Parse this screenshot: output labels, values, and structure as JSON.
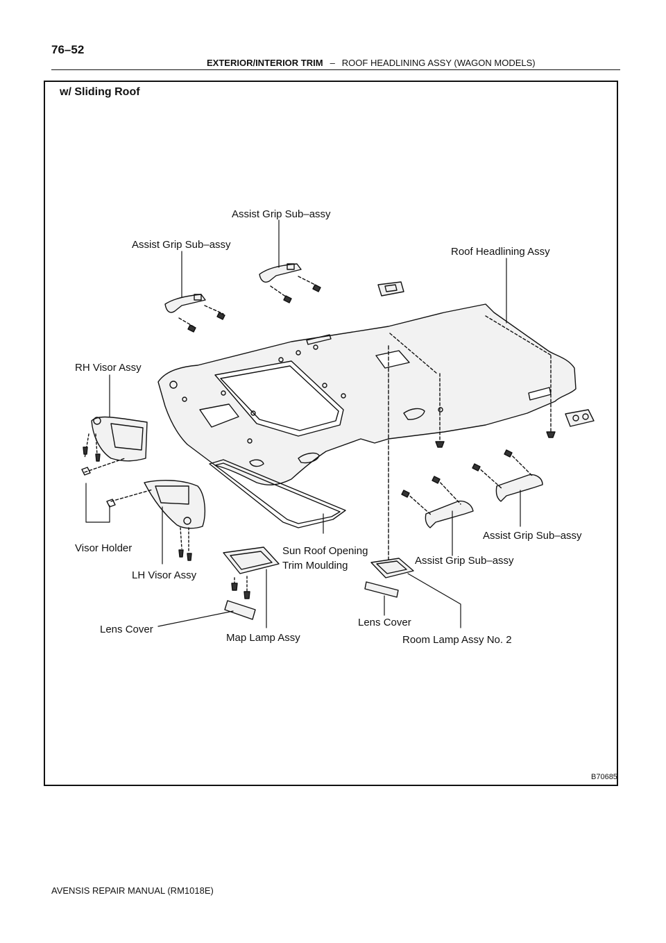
{
  "header": {
    "page_number": "76–52",
    "section": "EXTERIOR/INTERIOR TRIM",
    "separator": "–",
    "subsection": "ROOF HEADLINING ASSY (WAGON MODELS)"
  },
  "figure": {
    "title": "w/ Sliding Roof",
    "figure_id": "B70685",
    "labels": {
      "assist_grip_top_center": "Assist Grip Sub–assy",
      "assist_grip_top_left": "Assist Grip Sub–assy",
      "roof_headlining": "Roof Headlining Assy",
      "rh_visor": "RH Visor Assy",
      "visor_holder": "Visor Holder",
      "lh_visor": "LH Visor Assy",
      "sun_roof_line1": "Sun Roof Opening",
      "sun_roof_line2": "Trim Moulding",
      "assist_grip_bottom_center": "Assist Grip Sub–assy",
      "assist_grip_bottom_right": "Assist Grip Sub–assy",
      "lens_cover_left": "Lens Cover",
      "map_lamp": "Map Lamp Assy",
      "lens_cover_right": "Lens Cover",
      "room_lamp": "Room Lamp Assy No. 2"
    }
  },
  "footer": {
    "manual": "AVENSIS REPAIR MANUAL   (RM1018E)"
  }
}
